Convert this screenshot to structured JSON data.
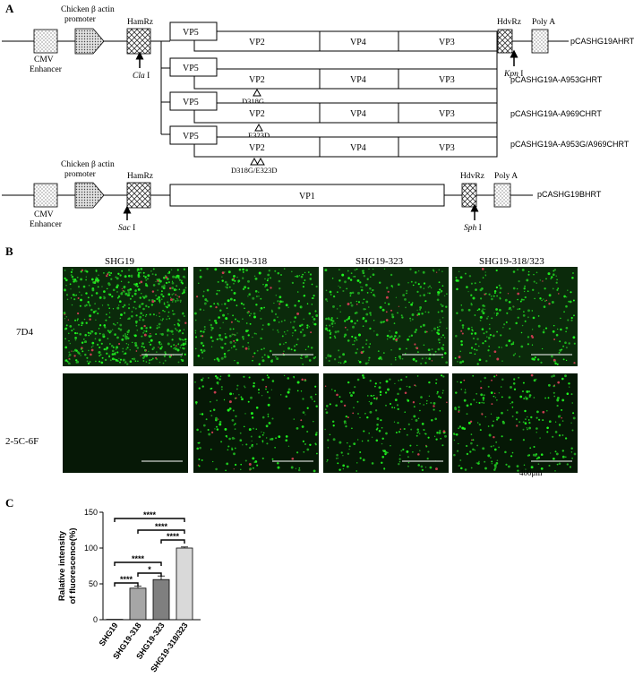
{
  "panel_a": {
    "label": "A",
    "cmv_enhancer": "CMV\nEnhancer",
    "chicken_promoter": "Chicken β actin\npromoter",
    "hamrz": "HamRz",
    "hdvrz": "HdvRz",
    "polya": "Poly A",
    "vp5": "VP5",
    "vp2": "VP2",
    "vp4": "VP4",
    "vp3": "VP3",
    "vp1": "VP1",
    "cla_site_italic": "Cla",
    "kpn_site_italic": "Kpn",
    "sac_site_italic": "Sac",
    "sph_site_italic": "Sph",
    "site_suffix": " I",
    "constructs": [
      "pCASHG19AHRT",
      "pCASHG19A-A953GHRT",
      "pCASHG19A-A969CHRT",
      "pCASHG19A-A953G/A969CHRT",
      "pCASHG19BHRT"
    ],
    "mutations": [
      "D318G",
      "E323D",
      "D318G/E323D"
    ]
  },
  "panel_b": {
    "label": "B",
    "columns": [
      "SHG19",
      "SHG19-318",
      "SHG19-323",
      "SHG19-318/323"
    ],
    "rows": [
      "7D4",
      "2-5C-6F"
    ],
    "scale_label": "400μm",
    "intensity": [
      [
        0.95,
        0.5,
        0.5,
        0.42
      ],
      [
        0.0,
        0.33,
        0.35,
        0.38
      ]
    ]
  },
  "panel_c": {
    "label": "C",
    "significance": [
      "****",
      "****",
      "****",
      "****",
      "*",
      "****"
    ],
    "chart_data": {
      "type": "bar",
      "categories": [
        "SHG19",
        "SHG19-318",
        "SHG19-323",
        "SHG19-318/323"
      ],
      "values": [
        0.5,
        44,
        56,
        100
      ],
      "errors": [
        0.3,
        3,
        5,
        1.5
      ],
      "ylabel": "Ralative intensity\nof fluorescence(%)",
      "ylim": [
        0,
        150
      ],
      "yticks": [
        0,
        50,
        100,
        150
      ],
      "bar_colors": [
        "#ffffff",
        "#a6a6a6",
        "#7f7f7f",
        "#d9d9d9"
      ],
      "comparisons": [
        {
          "a": "SHG19",
          "b": "SHG19-318/323",
          "label": "****"
        },
        {
          "a": "SHG19-318",
          "b": "SHG19-318/323",
          "label": "****"
        },
        {
          "a": "SHG19-323",
          "b": "SHG19-318/323",
          "label": "****"
        },
        {
          "a": "SHG19",
          "b": "SHG19-323",
          "label": "****"
        },
        {
          "a": "SHG19-318",
          "b": "SHG19-323",
          "label": "*"
        },
        {
          "a": "SHG19",
          "b": "SHG19-318",
          "label": "****"
        }
      ]
    }
  }
}
